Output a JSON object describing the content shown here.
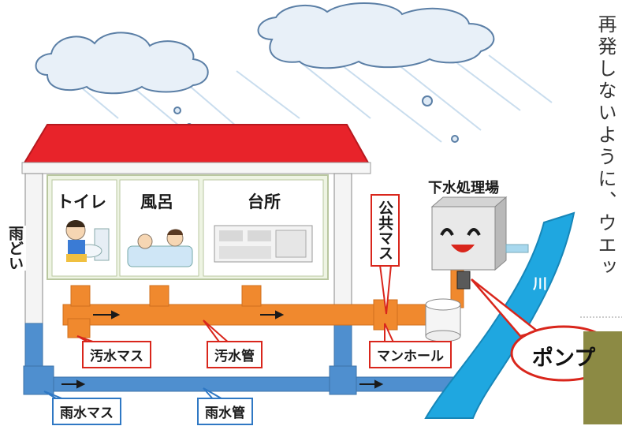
{
  "side_text": "再発しないように、ウエッ",
  "rooms": {
    "toilet": "トイレ",
    "bath": "風呂",
    "kitchen": "台所"
  },
  "labels": {
    "amadoi": "雨どい",
    "koukyou_masu": "公共マス",
    "treatment_plant": "下水処理場",
    "river": "川",
    "pump": "ポンプ"
  },
  "boxes": {
    "osui_masu": "汚水マス",
    "osui_kan": "汚水管",
    "manhole": "マンホール",
    "usui_masu": "雨水マス",
    "usui_kan": "雨水管"
  },
  "colors": {
    "roof": "#e8232a",
    "sewage_pipe": "#f0892e",
    "rain_pipe": "#4f8fcf",
    "river": "#1fa7e0",
    "callout_red": "#d9261c",
    "callout_blue": "#2f78c4"
  }
}
